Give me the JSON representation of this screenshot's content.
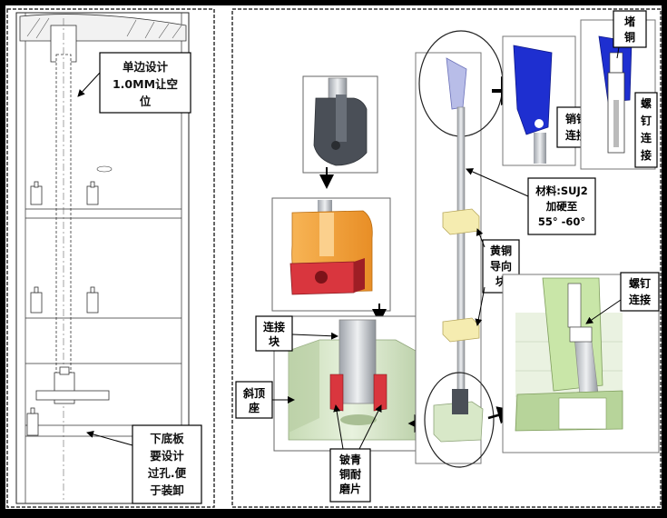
{
  "left_panel": {
    "callout_top": [
      "单边设计",
      "1.0MM让空",
      "位"
    ],
    "callout_bottom": [
      "下底板",
      "要设计",
      "过孔.便",
      "于装卸"
    ]
  },
  "right_panel": {
    "label_connector_block": [
      "连接",
      "块"
    ],
    "label_lifter_seat": [
      "斜顶",
      "座"
    ],
    "label_wear_plate": [
      "铍青",
      "铜耐",
      "磨片"
    ],
    "label_material": [
      "材料:SUJ2",
      "加硬至",
      "55° -60°"
    ],
    "label_guide_block": [
      "黄铜",
      "导向",
      "块"
    ],
    "label_pin_connect": [
      "销钉",
      "连接"
    ],
    "label_copper_plug": [
      "堵",
      "铜"
    ],
    "label_screw_connect_top": [
      "螺",
      "钉",
      "连",
      "接"
    ],
    "label_screw_connect_right": [
      "螺钉",
      "连接"
    ]
  },
  "colors": {
    "background": "#ffffff",
    "frame": "#000000",
    "orange_block": "#f4a340",
    "red_block": "#d9363e",
    "green_seat": "#d8e8c8",
    "blue_part": "#1e2fd0",
    "brass_guide": "#f5ecb0",
    "steel_rod": "#c8ccd2",
    "dark_part": "#4a4f57"
  }
}
